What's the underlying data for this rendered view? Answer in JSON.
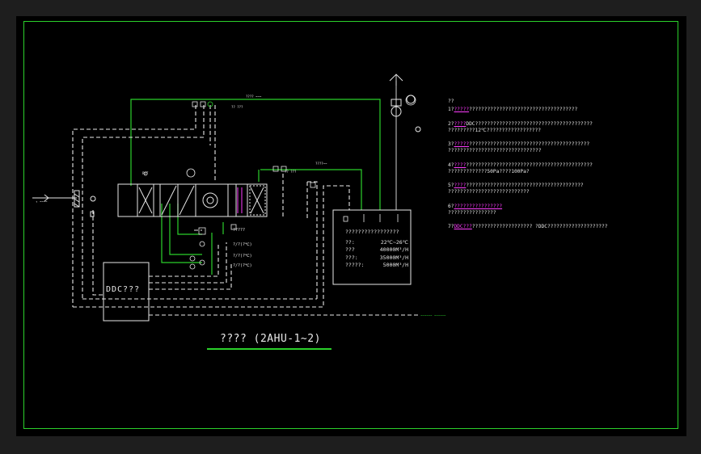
{
  "window": {
    "background": "#1e1e1e",
    "paper": "#000000",
    "line_green": "#2bd02b",
    "line_white": "#e8e8e8",
    "highlight": "#ff3cff"
  },
  "diagram": {
    "title": "???? (2AHU-1~2)",
    "ddc_box_label": "DDC???",
    "spec_box": {
      "header": "?????????????????",
      "rows": [
        {
          "key": "??:",
          "value": "22℃~26℃"
        },
        {
          "key": "???",
          "value": "40000M³/H"
        },
        {
          "key": "???:",
          "value": "35000M³/H"
        },
        {
          "key": "?????:",
          "value": "5000M³/H"
        }
      ]
    },
    "valve_labels": [
      "?????",
      "?/?(?℃)",
      "?/?(?℃)",
      "?/?(?℃)"
    ],
    "notes": {
      "heading": "??",
      "items": [
        {
          "num": "1?",
          "tag": "?????",
          "text": "????????????????????????????????????"
        },
        {
          "num": "2?",
          "tag": "????",
          "text": "DDC???????????????????????????????????????\n?????????12℃??????????????????"
        },
        {
          "num": "3?",
          "tag": "?????",
          "text": "????????????????????????????????????????\n???????????????????????????????"
        },
        {
          "num": "4?",
          "tag": "????",
          "text": "??????????????????????????????????????????\n?????????????50Pa????100Pa?"
        },
        {
          "num": "5?",
          "tag": "????",
          "text": "???????????????????????????????????????\n???????????????????????????"
        },
        {
          "num": "6?",
          "tag": "????????????????",
          "text": "\n????????????????"
        },
        {
          "num": "7?",
          "tag": "DDC???",
          "text": "???????????????????? ?DDC????????????????????"
        }
      ]
    }
  }
}
